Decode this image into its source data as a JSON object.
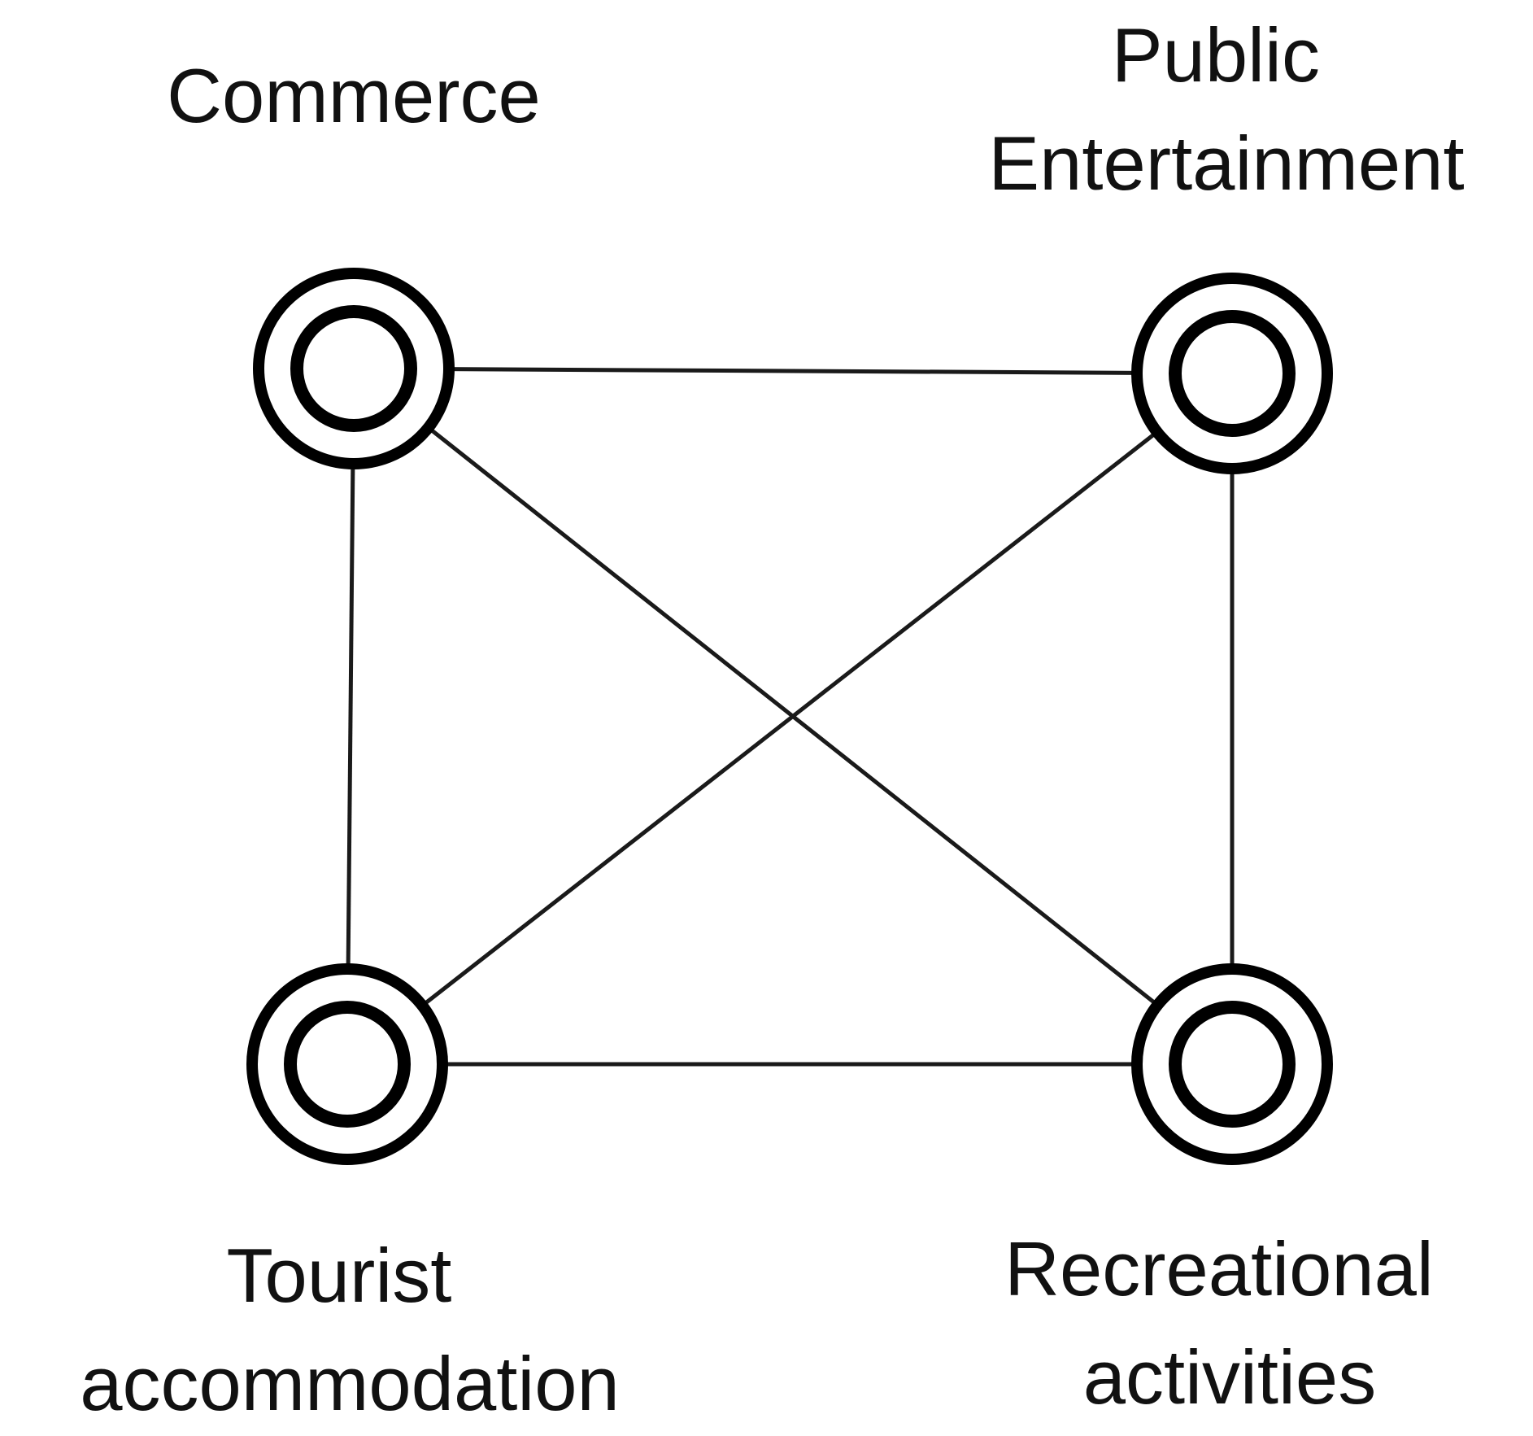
{
  "diagram": {
    "nodes": [
      {
        "id": "commerce",
        "lines": [
          "Commerce"
        ],
        "icon": "double-ring-icon"
      },
      {
        "id": "public_entertainment",
        "lines": [
          "Public",
          "Entertainment"
        ],
        "icon": "double-ring-icon"
      },
      {
        "id": "tourist_accommodation",
        "lines": [
          "Tourist",
          "accommodation"
        ],
        "icon": "double-ring-icon"
      },
      {
        "id": "recreational_activities",
        "lines": [
          "Recreational",
          "activities"
        ],
        "icon": "double-ring-icon"
      }
    ],
    "edges": [
      {
        "from": "commerce",
        "to": "public_entertainment"
      },
      {
        "from": "commerce",
        "to": "tourist_accommodation"
      },
      {
        "from": "commerce",
        "to": "recreational_activities"
      },
      {
        "from": "public_entertainment",
        "to": "tourist_accommodation"
      },
      {
        "from": "public_entertainment",
        "to": "recreational_activities"
      },
      {
        "from": "tourist_accommodation",
        "to": "recreational_activities"
      }
    ],
    "colors": {
      "stroke": "#000000",
      "background": "#ffffff"
    }
  }
}
